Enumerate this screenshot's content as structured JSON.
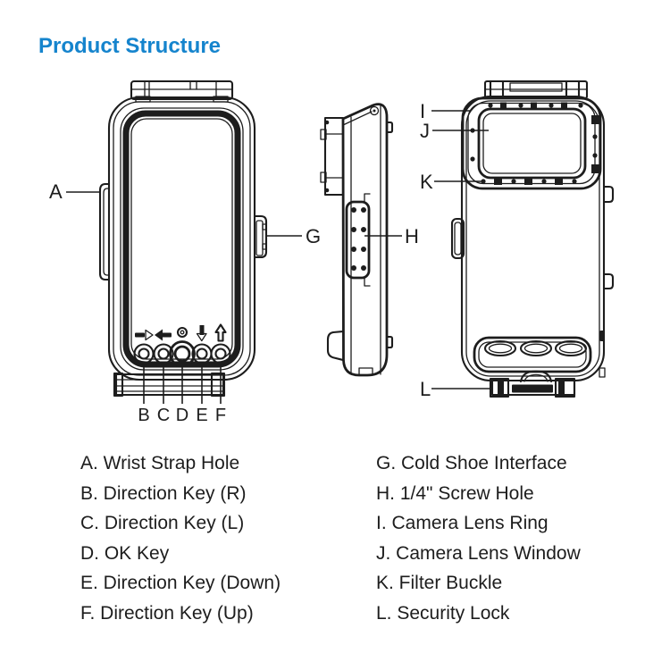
{
  "title": "Product Structure",
  "colors": {
    "accent": "#1584cd",
    "line": "#1d1d1d",
    "background": "#ffffff"
  },
  "callouts": {
    "a": "A",
    "b": "B",
    "c": "C",
    "d": "D",
    "e": "E",
    "f": "F",
    "g": "G",
    "h": "H",
    "i": "I",
    "j": "J",
    "k": "K",
    "l": "L"
  },
  "legend": {
    "left": [
      "A. Wrist Strap Hole",
      "B. Direction Key (R)",
      "C. Direction Key (L)",
      "D. OK Key",
      "E. Direction Key (Down)",
      "F. Direction Key (Up)"
    ],
    "right": [
      "G. Cold Shoe Interface",
      "H. 1/4\" Screw Hole",
      "I. Camera Lens Ring",
      "J. Camera Lens Window",
      "K. Filter Buckle",
      "L. Security Lock"
    ]
  }
}
